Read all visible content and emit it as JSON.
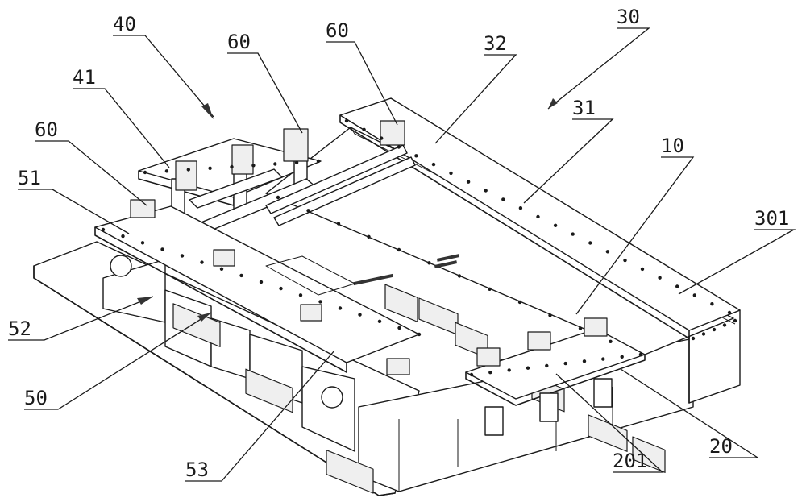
{
  "callouts": [
    {
      "id": "40",
      "label": "40"
    },
    {
      "id": "60a",
      "label": "60"
    },
    {
      "id": "60b",
      "label": "60"
    },
    {
      "id": "32",
      "label": "32"
    },
    {
      "id": "30",
      "label": "30"
    },
    {
      "id": "41",
      "label": "41"
    },
    {
      "id": "31",
      "label": "31"
    },
    {
      "id": "60c",
      "label": "60"
    },
    {
      "id": "10",
      "label": "10"
    },
    {
      "id": "51",
      "label": "51"
    },
    {
      "id": "301",
      "label": "301"
    },
    {
      "id": "52",
      "label": "52"
    },
    {
      "id": "50",
      "label": "50"
    },
    {
      "id": "53",
      "label": "53"
    },
    {
      "id": "20",
      "label": "20"
    },
    {
      "id": "201",
      "label": "201"
    }
  ],
  "colors": {
    "ink": "#1a1a1a",
    "background": "#ffffff"
  }
}
